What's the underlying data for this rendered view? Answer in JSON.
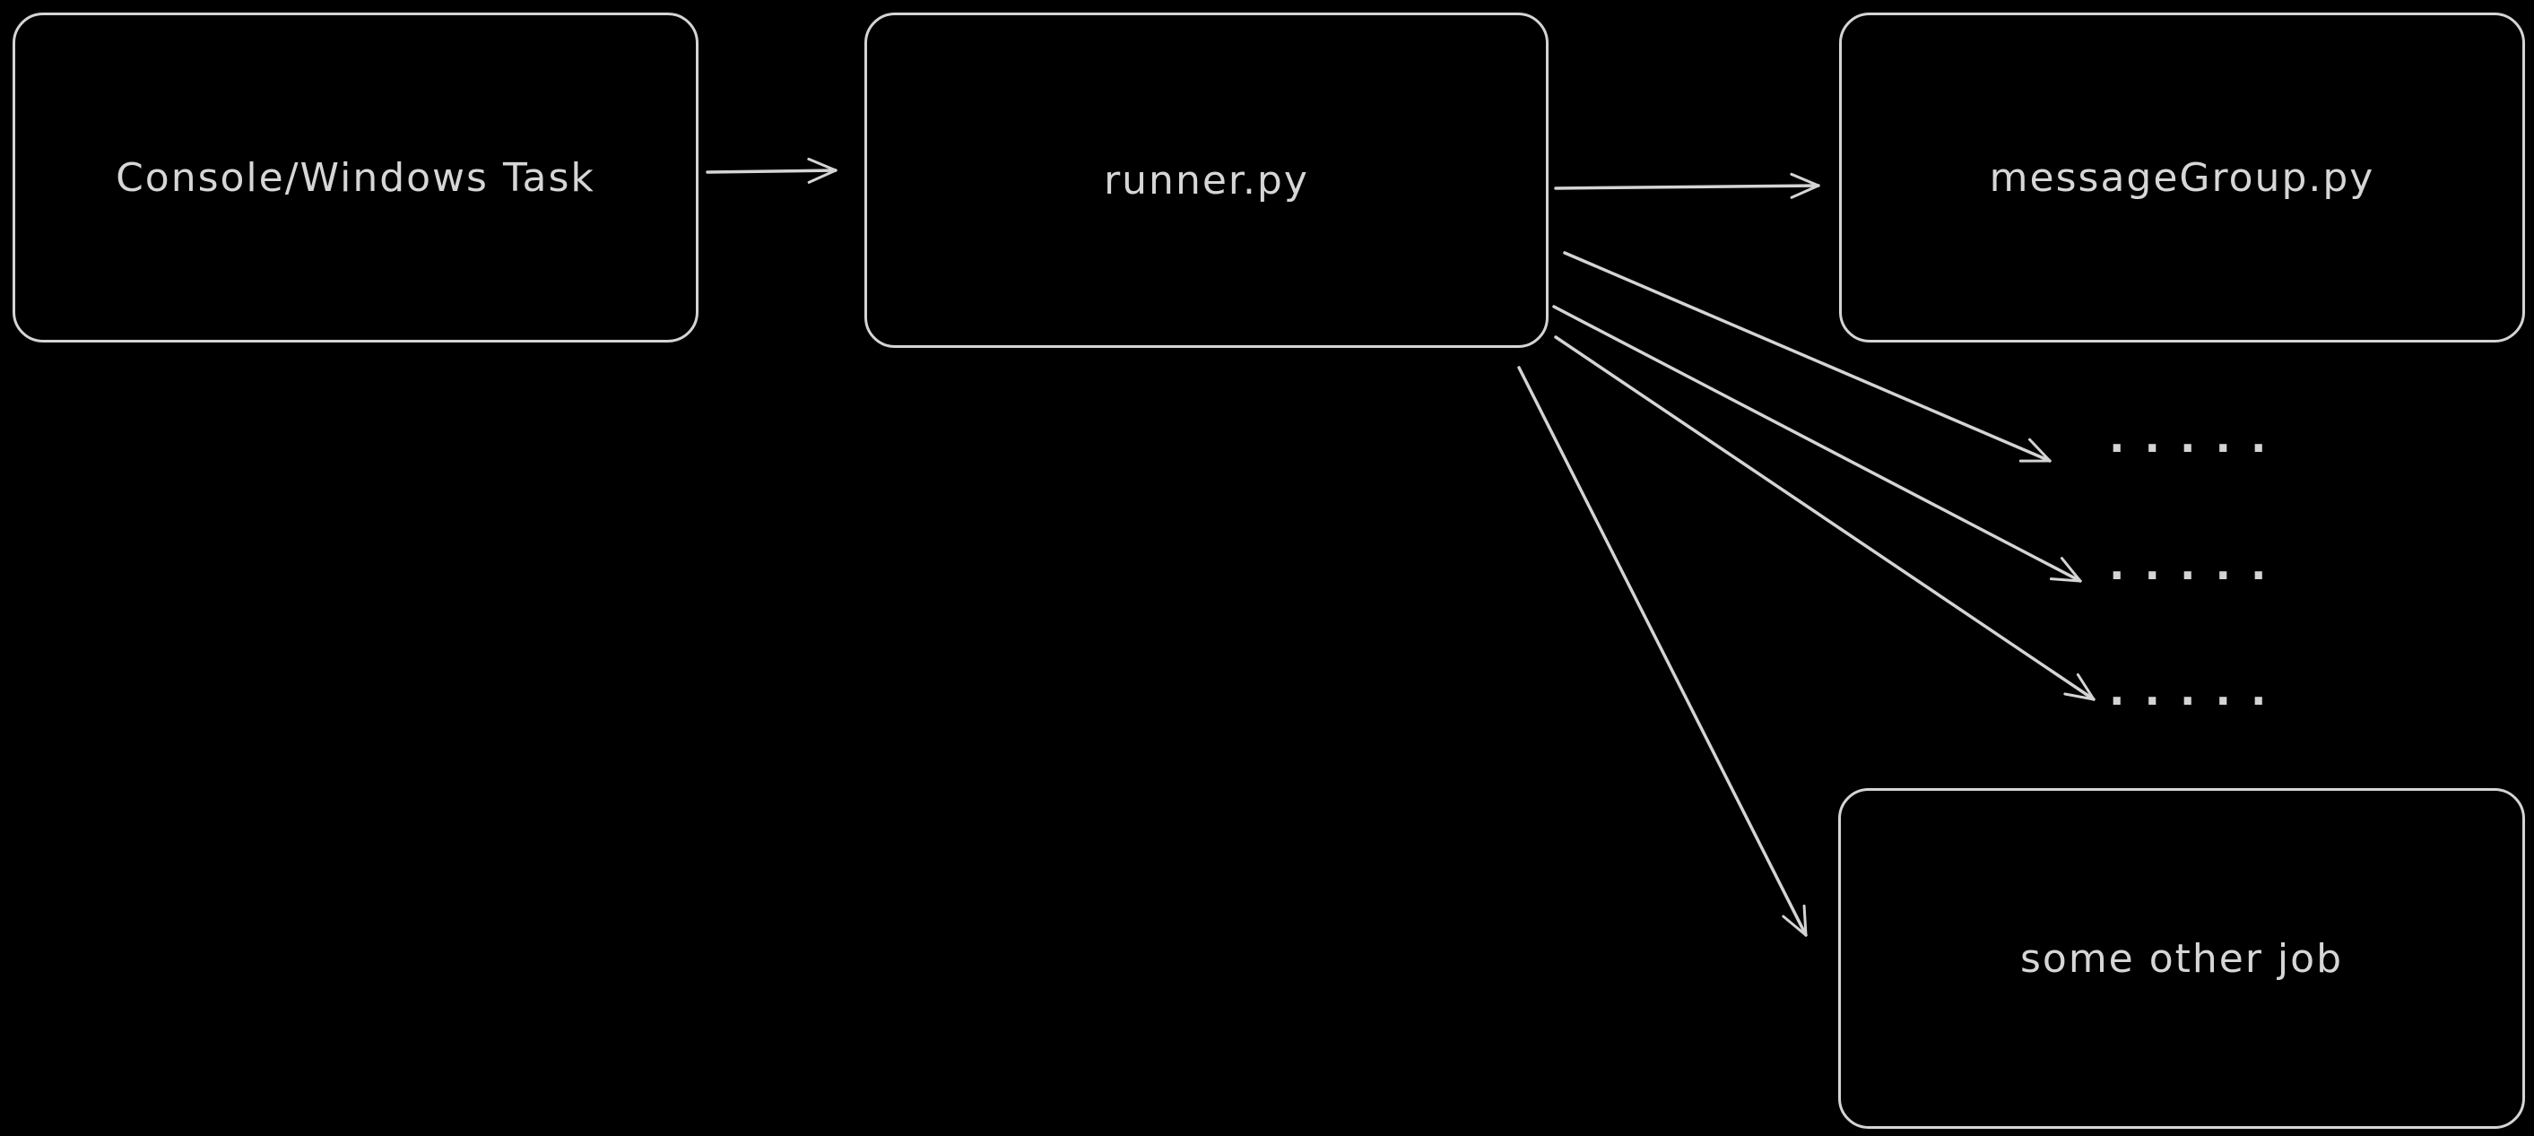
{
  "diagram": {
    "background_color": "#000000",
    "stroke_color": "#d4d4d4",
    "text_color": "#d6d6d6",
    "style": "hand-drawn whiteboard sketch, dark theme"
  },
  "nodes": {
    "console_task": {
      "label": "Console/Windows Task"
    },
    "runner": {
      "label": "runner.py"
    },
    "message_group": {
      "label": "messageGroup.py"
    },
    "other_job": {
      "label": "some other job"
    }
  },
  "placeholders": {
    "rows": [
      ". . . . .",
      ". . . . .",
      ". . . . ."
    ]
  },
  "edges": [
    {
      "from": "console_task",
      "to": "runner"
    },
    {
      "from": "runner",
      "to": "message_group"
    },
    {
      "from": "runner",
      "to": "placeholder_row_1"
    },
    {
      "from": "runner",
      "to": "placeholder_row_2"
    },
    {
      "from": "runner",
      "to": "placeholder_row_3"
    },
    {
      "from": "runner",
      "to": "other_job"
    }
  ]
}
